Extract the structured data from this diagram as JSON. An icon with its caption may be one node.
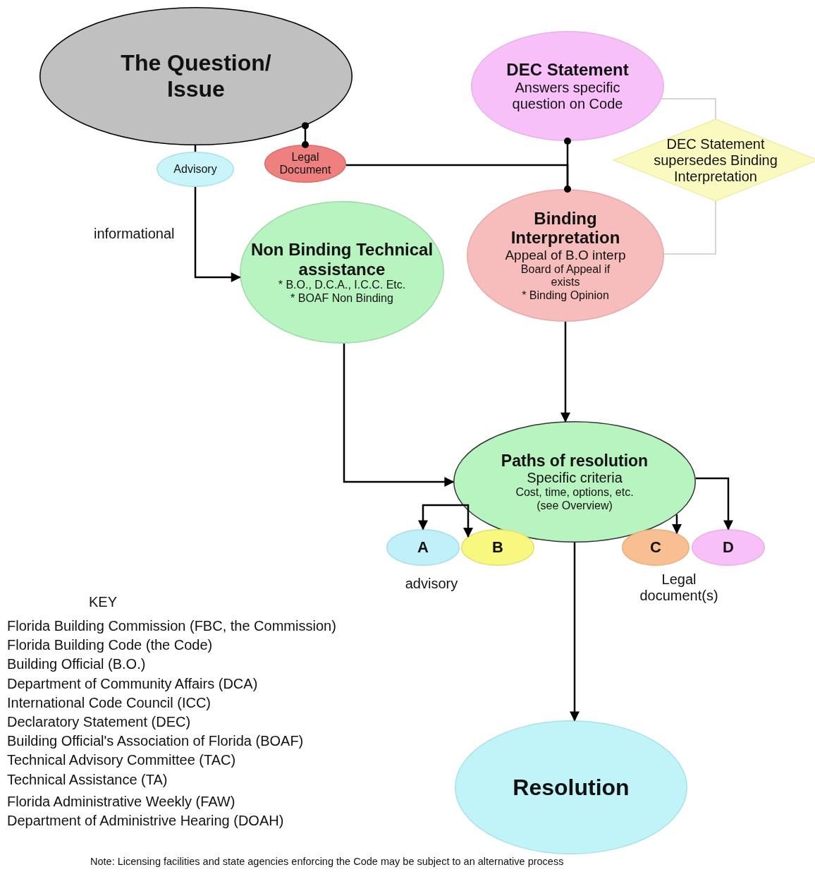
{
  "diagram": {
    "nodes": [
      {
        "text": [
          "The Question/ Issue"
        ]
      },
      {
        "text": [
          "Advisory"
        ]
      },
      {
        "text": [
          "Legal Document"
        ]
      },
      {
        "text": [
          "DEC Statement",
          "Answers specific question on Code"
        ]
      },
      {
        "text": [
          "DEC Statement supersedes Binding Interpretation"
        ]
      },
      {
        "text": [
          "Non Binding Technical assistance",
          "* B.O., D.C.A., I.C.C. Etc.",
          "* BOAF Non Binding"
        ]
      },
      {
        "text": [
          "Binding Interpretation",
          "Appeal of B.O interp",
          "Board of Appeal if exists",
          "* Binding Opinion"
        ]
      },
      {
        "text": [
          "Paths of resolution",
          "Specific criteria",
          "Cost, time, options, etc. (see Overview)"
        ]
      },
      {
        "text": [
          "A"
        ]
      },
      {
        "text": [
          "B"
        ]
      },
      {
        "text": [
          "C"
        ]
      },
      {
        "text": [
          "D"
        ]
      },
      {
        "text": [
          "Resolution"
        ]
      }
    ],
    "edges": [
      {
        "from": 0,
        "to": 1,
        "arrow": "none"
      },
      {
        "from": 0,
        "to": 2,
        "arrow": "other"
      },
      {
        "from": 1,
        "to": 5,
        "arrow": "to",
        "label": "informational"
      },
      {
        "from": 3,
        "to": 6,
        "arrow": "other"
      },
      {
        "from": 2,
        "to": 6,
        "arrow": "none"
      },
      {
        "from": 3,
        "to": 4,
        "arrow": "none",
        "color": "#c8c8c8"
      },
      {
        "from": 4,
        "to": 6,
        "arrow": "none",
        "color": "#c8c8c8"
      },
      {
        "from": 5,
        "to": 7,
        "arrow": "to"
      },
      {
        "from": 6,
        "to": 7,
        "arrow": "to"
      },
      {
        "from": 7,
        "to": 8,
        "arrow": "to"
      },
      {
        "from": 7,
        "to": 9,
        "arrow": "to"
      },
      {
        "from": 7,
        "to": 10,
        "arrow": "to"
      },
      {
        "from": 7,
        "to": 11,
        "arrow": "to"
      },
      {
        "from": 7,
        "to": 12,
        "arrow": "to"
      }
    ],
    "labels": [
      "advisory",
      "Legal document(s)",
      "KEY",
      "Florida Building Commission (FBC, the Commission)",
      "Florida Building Code (the Code)",
      "Building Official (B.O.)",
      "Department of Community Affairs (DCA)",
      "International Code Council (ICC)",
      "Declaratory Statement (DEC)",
      "Building Official's Association of Florida (BOAF)",
      "Technical Advisory Committee (TAC)",
      "Technical Assistance (TA)",
      "Florida Administrative Weekly (FAW)",
      "Department of Administrive Hearing (DOAH)",
      "Note: Licensing facilities and state agencies enforcing the Code may be subject to an alternative process"
    ]
  }
}
